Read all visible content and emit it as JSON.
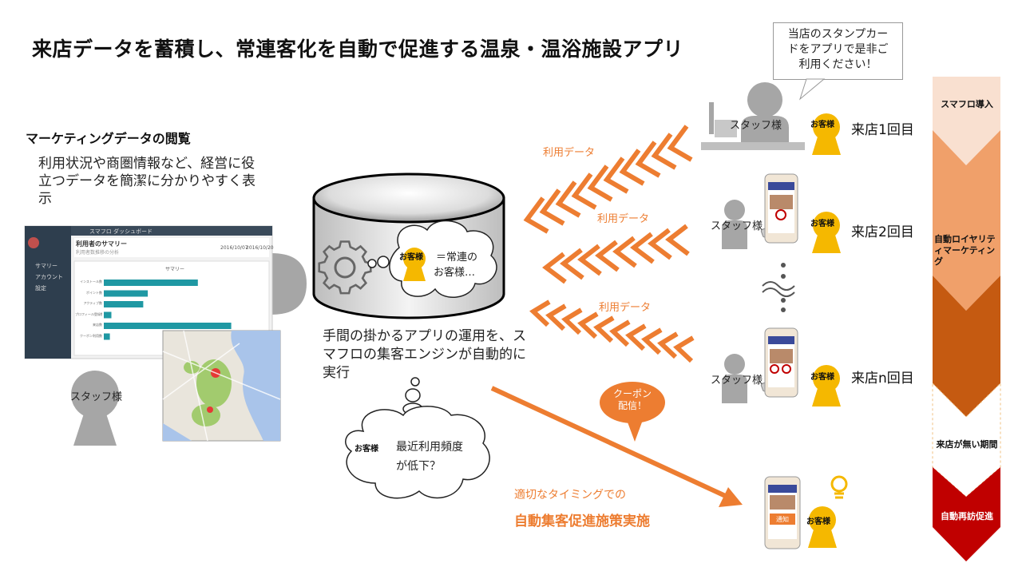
{
  "title": "来店データを蓄積し、常連客化を自動で促進する温泉・温浴施設アプリ",
  "marketing": {
    "heading": "マーケティングデータの閲覧",
    "desc": "利用状況や商圏情報など、経営に役立つデータを簡潔に分かりやすく表示"
  },
  "speech": {
    "line1": "当店のスタンプカー",
    "line2": "ドをアプリで是非ご",
    "line3": "利用ください！"
  },
  "staff_label": "スタッフ様",
  "customer_label": "お客様",
  "visits": [
    "来店1回目",
    "来店2回目",
    "来店n回目"
  ],
  "usage_data_label": "利用データ",
  "db": {
    "regular_line1": "＝常連の",
    "regular_line2": "お客様…"
  },
  "engine_text": "手間の掛かるアプリの運用を、スマフロの集客エンジンが自動的に実行",
  "thought": {
    "line1": "最近利用頻度",
    "line2": "が低下？"
  },
  "coupon": {
    "line1": "クーポン",
    "line2": "配信！"
  },
  "timing": "適切なタイミングでの",
  "auto_action": "自動集客促進施策実施",
  "phone_notice": "通知",
  "dashboard": {
    "header": "スマフロ ダッシュボード",
    "panel_title": "利用者のサマリー",
    "panel_sub": "利用者数推移の分析",
    "chart_title": "サマリー",
    "date_from": "2016/10/07",
    "date_to": "2016/10/20",
    "menu": [
      "サマリー",
      "アカウント",
      "設定"
    ],
    "bar_labels": [
      "インストール数",
      "ポイント数",
      "アクティブ数",
      "プロフィール登録数",
      "来店数",
      "クーポン利用数"
    ],
    "bar_values": [
      0.62,
      0.29,
      0.26,
      0.05,
      0.84,
      0.04
    ]
  },
  "stages": [
    {
      "label": "スマフロ導入",
      "color": "#F9E0D0"
    },
    {
      "label": "自動ロイヤリティマーケティング",
      "color": "#F0A06A"
    },
    {
      "label": "",
      "color": "#C55A11"
    },
    {
      "label": "来店が無い期間",
      "color": "#ffffff"
    },
    {
      "label": "自動再訪促進",
      "color": "#C00000"
    }
  ],
  "colors": {
    "orange": "#ED7D31",
    "gold": "#F5B800",
    "gray": "#A6A6A6",
    "teal": "#1F98A3",
    "dark": "#2E3E4E"
  }
}
